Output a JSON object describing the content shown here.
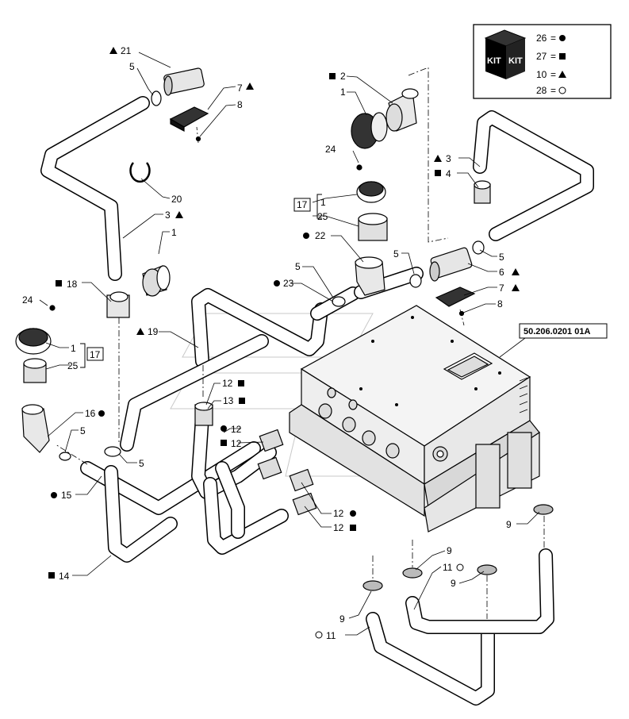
{
  "reference_code": "50.206.0201 01A",
  "kit_logo_text": [
    "KIT",
    "KIT"
  ],
  "legend": [
    {
      "number": "26",
      "equals": "=",
      "symbol": "filled-circle"
    },
    {
      "number": "27",
      "equals": "=",
      "symbol": "filled-square"
    },
    {
      "number": "10",
      "equals": "=",
      "symbol": "filled-triangle"
    },
    {
      "number": "28",
      "equals": "=",
      "symbol": "open-circle"
    }
  ],
  "callouts": [
    {
      "id": "c21",
      "text": "21",
      "symbol": "filled-triangle"
    },
    {
      "id": "c5a",
      "text": "5",
      "symbol": ""
    },
    {
      "id": "c7a",
      "text": "7",
      "symbol": "filled-triangle"
    },
    {
      "id": "c8a",
      "text": "8",
      "symbol": ""
    },
    {
      "id": "c20",
      "text": "20",
      "symbol": ""
    },
    {
      "id": "c3a",
      "text": "3",
      "symbol": "filled-triangle"
    },
    {
      "id": "c1a",
      "text": "1",
      "symbol": ""
    },
    {
      "id": "c18",
      "text": "18",
      "symbol": "filled-square"
    },
    {
      "id": "c24a",
      "text": "24",
      "symbol": ""
    },
    {
      "id": "c1b",
      "text": "1",
      "symbol": ""
    },
    {
      "id": "c25a",
      "text": "25",
      "symbol": ""
    },
    {
      "id": "c17a",
      "text": "17",
      "symbol": ""
    },
    {
      "id": "c16",
      "text": "16",
      "symbol": "filled-circle"
    },
    {
      "id": "c5b",
      "text": "5",
      "symbol": ""
    },
    {
      "id": "c5c",
      "text": "5",
      "symbol": ""
    },
    {
      "id": "c15",
      "text": "15",
      "symbol": "filled-circle"
    },
    {
      "id": "c14",
      "text": "14",
      "symbol": "filled-square"
    },
    {
      "id": "c19",
      "text": "19",
      "symbol": "filled-triangle"
    },
    {
      "id": "c23",
      "text": "23",
      "symbol": "filled-circle"
    },
    {
      "id": "c5d",
      "text": "5",
      "symbol": ""
    },
    {
      "id": "c22",
      "text": "22",
      "symbol": "filled-circle"
    },
    {
      "id": "c1c",
      "text": "1",
      "symbol": ""
    },
    {
      "id": "c25b",
      "text": "25",
      "symbol": ""
    },
    {
      "id": "c17b",
      "text": "17",
      "symbol": ""
    },
    {
      "id": "c24b",
      "text": "24",
      "symbol": ""
    },
    {
      "id": "c2",
      "text": "2",
      "symbol": "filled-square"
    },
    {
      "id": "c1d",
      "text": "1",
      "symbol": ""
    },
    {
      "id": "c3b",
      "text": "3",
      "symbol": "filled-triangle"
    },
    {
      "id": "c4",
      "text": "4",
      "symbol": "filled-square"
    },
    {
      "id": "c5e",
      "text": "5",
      "symbol": ""
    },
    {
      "id": "c5f",
      "text": "5",
      "symbol": ""
    },
    {
      "id": "c6",
      "text": "6",
      "symbol": "filled-triangle"
    },
    {
      "id": "c7b",
      "text": "7",
      "symbol": "filled-triangle"
    },
    {
      "id": "c8b",
      "text": "8",
      "symbol": ""
    },
    {
      "id": "c12a",
      "text": "12",
      "symbol": "filled-square"
    },
    {
      "id": "c13",
      "text": "13",
      "symbol": "filled-square"
    },
    {
      "id": "c12b",
      "text": "12",
      "symbol": "filled-circle"
    },
    {
      "id": "c12c",
      "text": "12",
      "symbol": "filled-square"
    },
    {
      "id": "c12d",
      "text": "12",
      "symbol": "filled-circle"
    },
    {
      "id": "c12e",
      "text": "12",
      "symbol": "filled-square"
    },
    {
      "id": "c9a",
      "text": "9",
      "symbol": ""
    },
    {
      "id": "c9b",
      "text": "9",
      "symbol": ""
    },
    {
      "id": "c11a",
      "text": "11",
      "symbol": "open-circle"
    },
    {
      "id": "c9c",
      "text": "9",
      "symbol": ""
    },
    {
      "id": "c9d",
      "text": "9",
      "symbol": ""
    },
    {
      "id": "c11b",
      "text": "11",
      "symbol": "open-circle"
    }
  ]
}
